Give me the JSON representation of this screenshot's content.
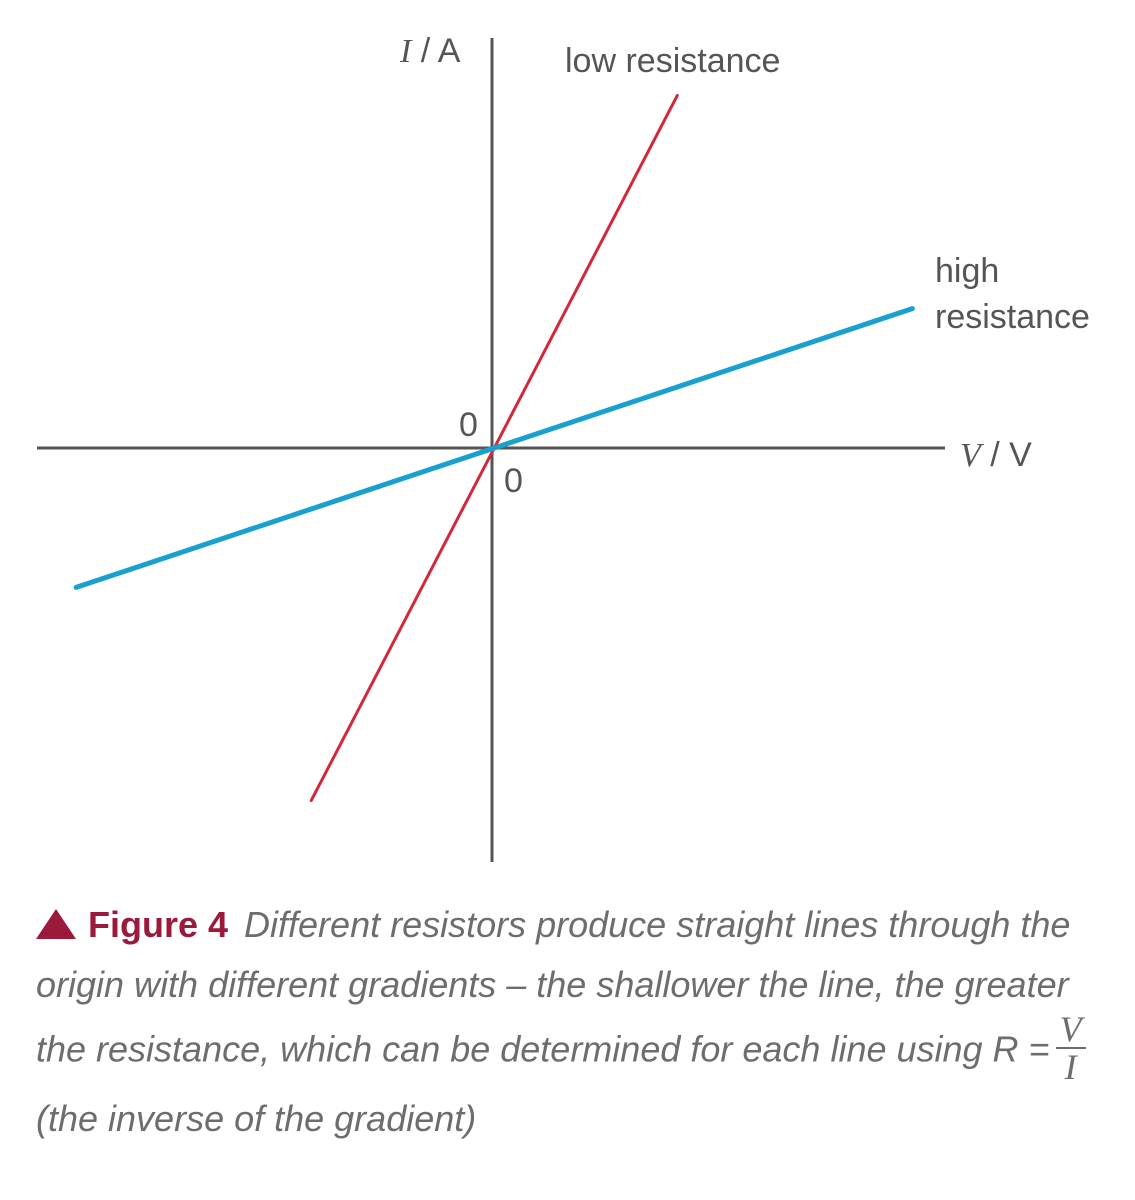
{
  "chart_data": {
    "type": "line",
    "xlabel": {
      "var": "V",
      "unit": " / V"
    },
    "ylabel": {
      "var": "I",
      "unit": " / A"
    },
    "origin_labels": [
      "0",
      "0"
    ],
    "xlim": [
      -1,
      1
    ],
    "ylim": [
      -1,
      1
    ],
    "grid": false,
    "series": [
      {
        "name": "low resistance",
        "color": "#d2283a",
        "x": [
          -0.4,
          0.41
        ],
        "y": [
          -0.86,
          0.86
        ]
      },
      {
        "name_lines": [
          "high",
          "resistance"
        ],
        "color": "#1aa0cf",
        "x": [
          -0.92,
          0.93
        ],
        "y": [
          -0.34,
          0.34
        ]
      }
    ]
  },
  "caption": {
    "figure_label": "Figure 4",
    "text_before": "Different resistors produce straight lines through the origin with different gradients – the shallower the line, the greater the resistance, which can be determined for each line using R =",
    "frac_num": "V",
    "frac_den": "I",
    "text_after": "(the inverse of the gradient)"
  }
}
